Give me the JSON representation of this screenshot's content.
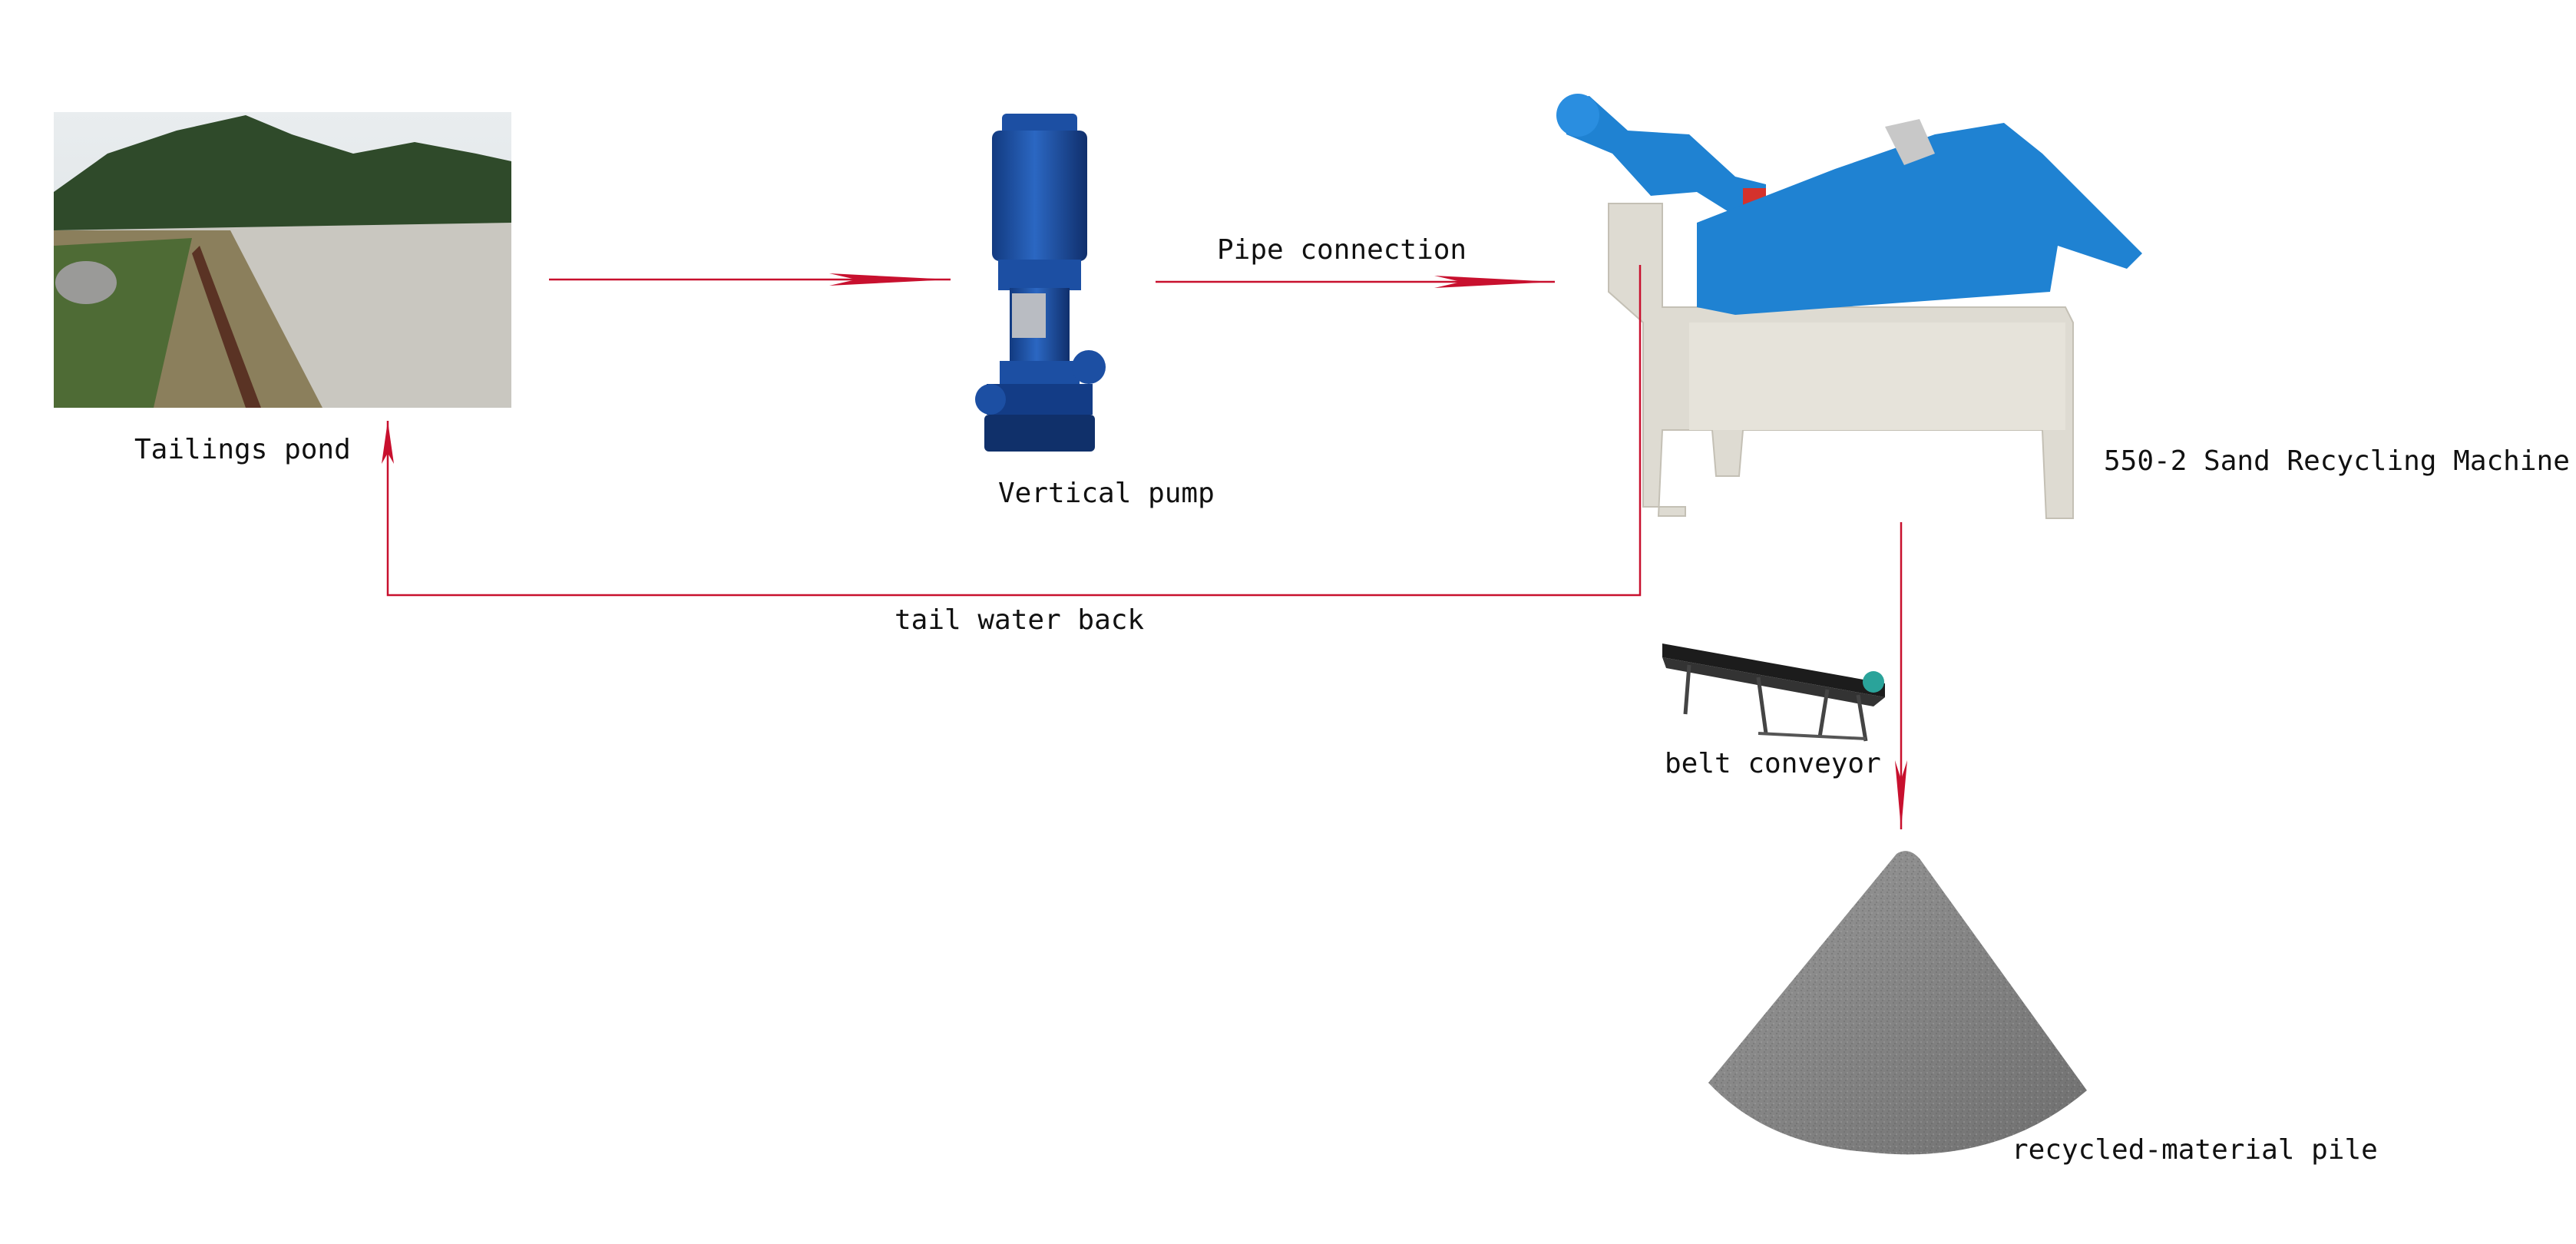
{
  "diagram": {
    "nodes": {
      "tailings_pond": {
        "label": "Tailings pond",
        "icon": "tailings-pond-photo"
      },
      "vertical_pump": {
        "label": "Vertical pump",
        "icon": "vertical-pump-icon"
      },
      "sand_recycling_machine": {
        "label": "550-2 Sand Recycling Machine",
        "icon": "sand-recycling-machine-icon"
      },
      "belt_conveyor": {
        "label": "belt conveyor",
        "icon": "belt-conveyor-icon"
      },
      "material_pile": {
        "label": "recycled-material pile",
        "icon": "material-pile-icon"
      }
    },
    "edges": {
      "pipe_connection": {
        "label": "Pipe connection"
      },
      "tail_water_back": {
        "label": "tail water back"
      }
    },
    "colors": {
      "arrow": "#c8102e",
      "machine_blue": "#1f82d2",
      "machine_frame": "#dedbd2",
      "pump_blue": "#1c4fa3",
      "pile_gray": "#8a8a8a",
      "foliage": "#2f4a2a",
      "water": "#c9c7c0"
    }
  }
}
